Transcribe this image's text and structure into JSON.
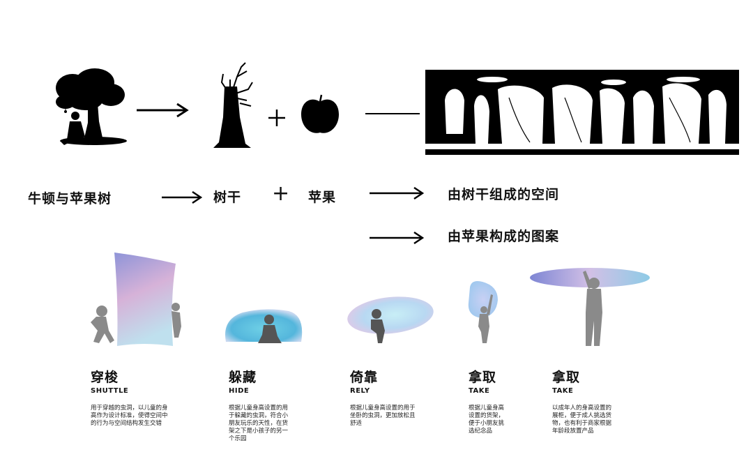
{
  "top_row": {
    "captions": {
      "newton_tree": "牛顿与苹果树",
      "trunk": "树干",
      "plus": "+",
      "apple": "苹果",
      "space_from_trunks": "由树干组成的空间",
      "pattern_from_apples": "由苹果构成的图案"
    }
  },
  "cards": [
    {
      "title": "穿梭",
      "subtitle": "SHUTTLE",
      "desc": [
        "用于穿越的虫洞，以儿童的身",
        "高作为设计标准，使得空间中",
        "的行为与空间结构发生交错"
      ]
    },
    {
      "title": "躲藏",
      "subtitle": "HIDE",
      "desc": [
        "根据儿童身高设置的用",
        "于躲藏的虫洞，符合小",
        "朋友玩乐的天性，在货",
        "架之下是小孩子的另一",
        "个乐园"
      ]
    },
    {
      "title": "倚靠",
      "subtitle": "RELY",
      "desc": [
        "根据儿童身高设置的用于",
        "坐卧的虫洞，更加放松且",
        "舒适"
      ]
    },
    {
      "title": "拿取",
      "subtitle": "TAKE",
      "desc": [
        "根据儿童身高",
        "设置的货架，",
        "便于小朋友挑",
        "选纪念品"
      ]
    },
    {
      "title": "拿取",
      "subtitle": "TAKE",
      "desc": [
        "以成年人的身高设置的",
        "展柜，便于成人挑选货",
        "物，也有利于商家根据",
        "年龄段放置产品"
      ]
    }
  ]
}
